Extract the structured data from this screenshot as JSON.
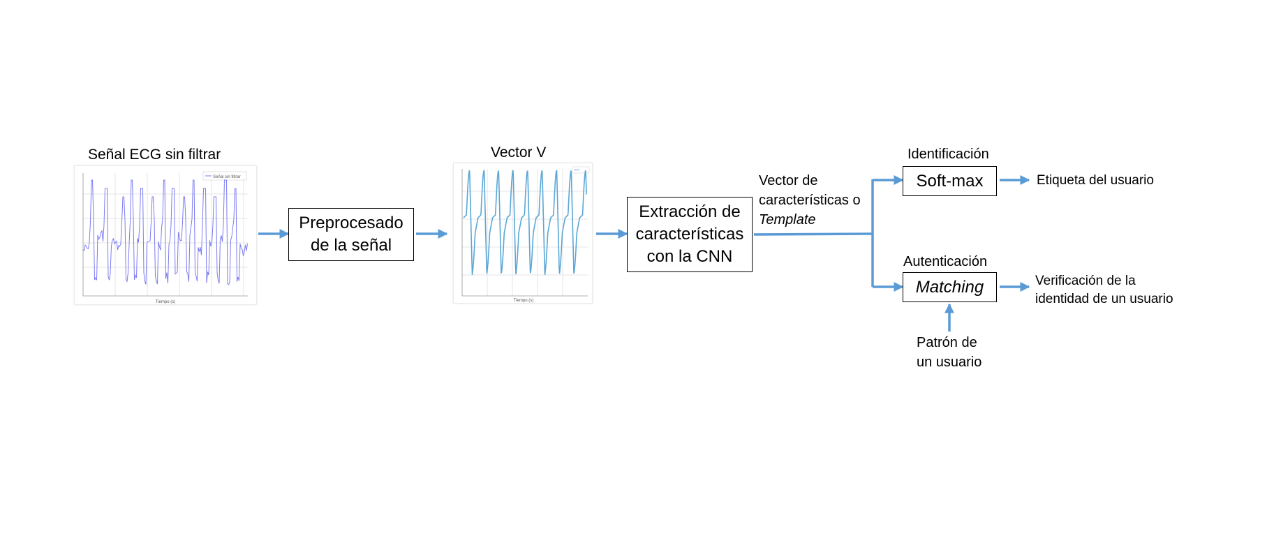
{
  "colors": {
    "arrow": "#5b9bd5",
    "ecg_raw": "#7b7bf0",
    "ecg_vector": "#5aa7d6"
  },
  "raw_signal": {
    "title": "Señal ECG sin filtrar",
    "legend": "Señal sin filtrar",
    "xlabel": "Tiempo (s)"
  },
  "preprocessing": {
    "line1": "Preprocesado",
    "line2": "de la señal"
  },
  "vector_v": {
    "title": "Vector V",
    "xlabel": "Tiempo (s)"
  },
  "cnn": {
    "line1": "Extracción de",
    "line2": "características",
    "line3": "con la CNN"
  },
  "feature_vector": {
    "line1": "Vector de",
    "line2": "características o",
    "line3": "Template"
  },
  "identification": {
    "title": "Identificación",
    "box": "Soft-max",
    "output": "Etiqueta del usuario"
  },
  "authentication": {
    "title": "Autenticación",
    "box": "Matching",
    "output_line1": "Verificación de la",
    "output_line2": "identidad de un usuario",
    "pattern_line1": "Patrón de",
    "pattern_line2": "un usuario"
  }
}
